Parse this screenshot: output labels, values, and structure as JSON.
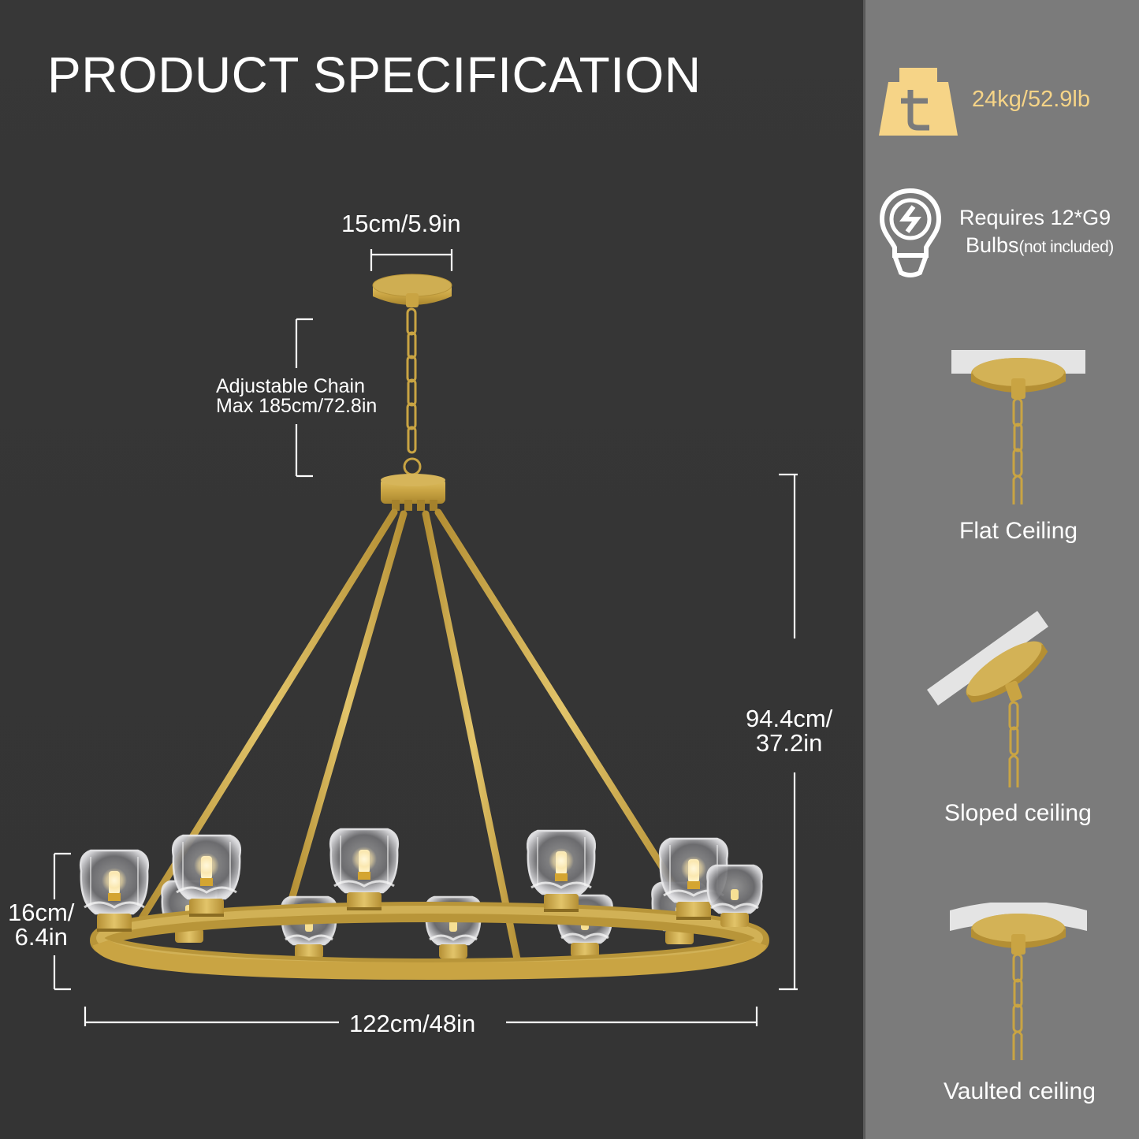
{
  "title": "PRODUCT SPECIFICATION",
  "dimensions": {
    "canopy_width": "15cm/5.9in",
    "chain_label_line1": "Adjustable Chain",
    "chain_label_line2": "Max 185cm/72.8in",
    "height_line1": "94.4cm/",
    "height_line2": "37.2in",
    "shade_height_line1": "16cm/",
    "shade_height_line2": "6.4in",
    "diameter": "122cm/48in"
  },
  "specs": {
    "weight": {
      "icon": "weight-icon",
      "value": "24kg/52.9lb",
      "icon_letter": "t"
    },
    "bulbs": {
      "icon": "lightbulb-icon",
      "line1": "Requires 12*G9",
      "line2_main": "Bulbs",
      "line2_sub": "(not included)"
    }
  },
  "mounting": [
    {
      "id": "flat",
      "label": "Flat Ceiling"
    },
    {
      "id": "sloped",
      "label": "Sloped ceiling"
    },
    {
      "id": "vaulted",
      "label": "Vaulted ceiling"
    }
  ],
  "colors": {
    "left_bg": "#363636",
    "right_bg": "#7b7b7b",
    "gold": "#c9a443",
    "weight_accent": "#f6d487",
    "text": "#ffffff"
  }
}
